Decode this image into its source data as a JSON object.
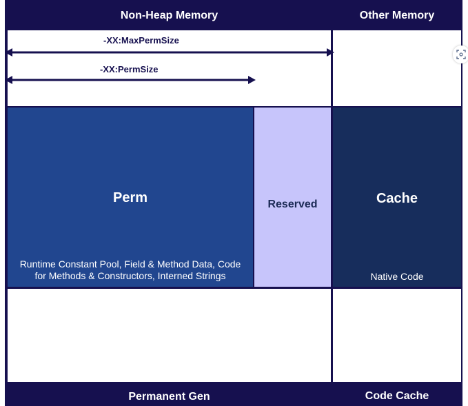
{
  "headers": {
    "non_heap": "Non-Heap Memory",
    "other": "Other Memory"
  },
  "arrows": {
    "max_perm_size": "-XX:MaxPermSize",
    "perm_size": "-XX:PermSize"
  },
  "regions": {
    "perm": {
      "title": "Perm",
      "description_line1": "Runtime Constant Pool, Field & Method Data, Code",
      "description_line2": "for Methods & Constructors, Interned Strings"
    },
    "reserved": {
      "title": "Reserved"
    },
    "cache": {
      "title": "Cache",
      "description": "Native Code"
    }
  },
  "footers": {
    "permanent_gen": "Permanent Gen",
    "code_cache": "Code Cache"
  },
  "colors": {
    "navy": "#16104f",
    "perm_blue": "#21468f",
    "reserved_lavender": "#c7c5fb",
    "cache_navy": "#172d5c"
  },
  "icons": {
    "side_button": "expand-icon"
  }
}
